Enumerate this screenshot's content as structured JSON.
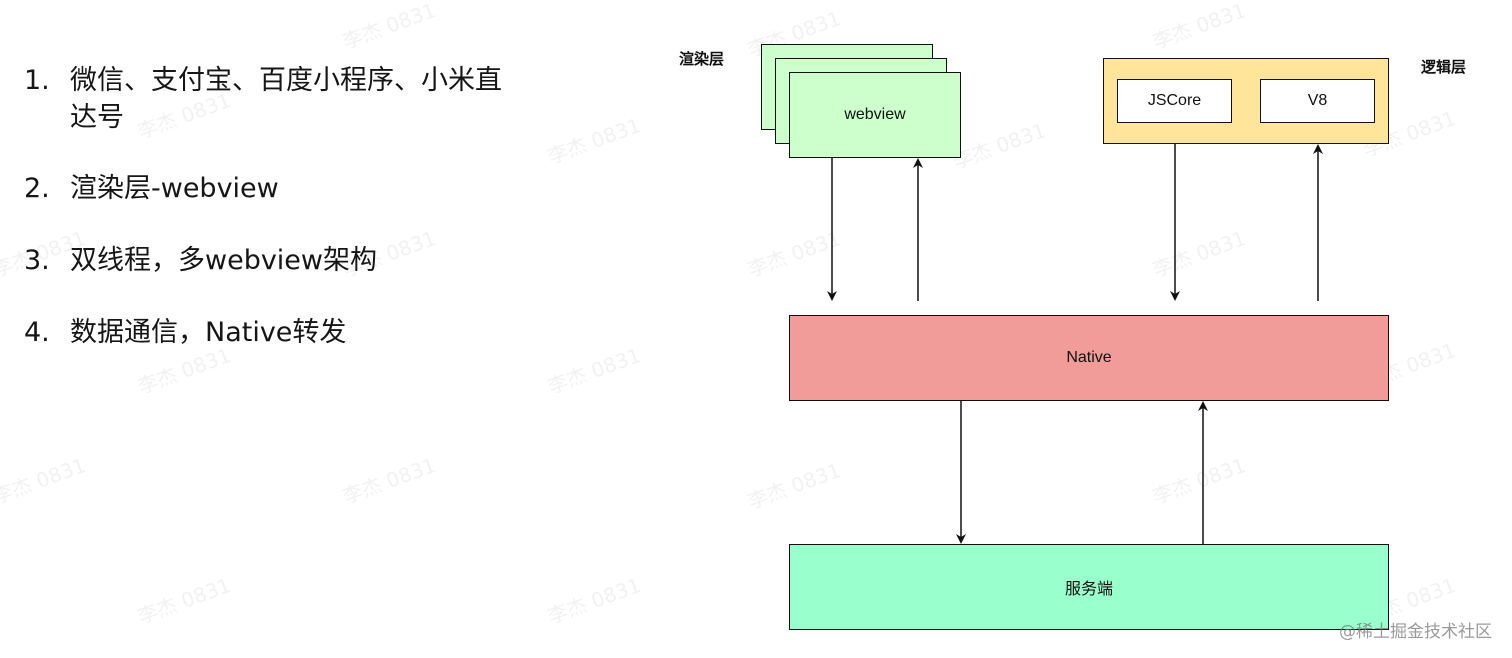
{
  "list": {
    "items": [
      {
        "num": "1.",
        "text": "微信、支付宝、百度小程序、小米直达号"
      },
      {
        "num": "2.",
        "text": "渲染层-webview"
      },
      {
        "num": "3.",
        "text": "双线程，多webview架构"
      },
      {
        "num": "4.",
        "text": "数据通信，Native转发"
      }
    ]
  },
  "diagram": {
    "render_layer_label": "渲染层",
    "logic_layer_label": "逻辑层",
    "webview_label": "webview",
    "jscore_label": "JSCore",
    "v8_label": "V8",
    "native_label": "Native",
    "server_label": "服务端"
  },
  "watermark": {
    "text": "李杰 0831"
  },
  "footer": {
    "credit": "@稀土掘金技术社区"
  },
  "colors": {
    "webview_fill": "#ccffcc",
    "logic_fill": "#ffe599",
    "native_fill": "#f19c99",
    "server_fill": "#99ffcc",
    "box_white": "#ffffff",
    "stroke": "#111111"
  }
}
